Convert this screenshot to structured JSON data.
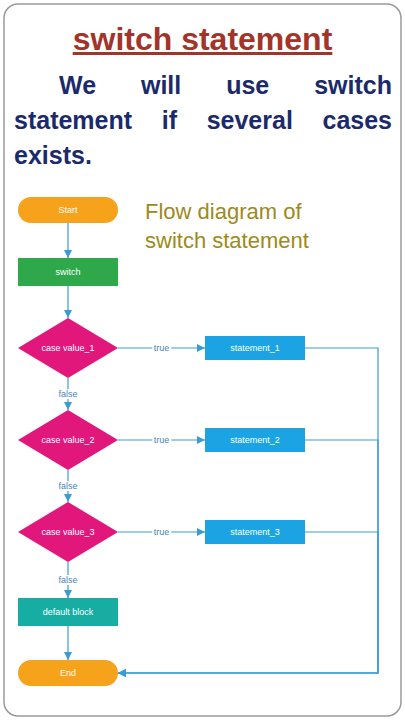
{
  "diagram": {
    "title": "switch statement",
    "nodes": [
      {
        "text": [
          "Start"
        ]
      },
      {
        "text": [
          "switch"
        ]
      },
      {
        "text": [
          "case value_1"
        ]
      },
      {
        "text": [
          "statement_1"
        ]
      },
      {
        "text": [
          "case value_2"
        ]
      },
      {
        "text": [
          "statement_2"
        ]
      },
      {
        "text": [
          "case value_3"
        ]
      },
      {
        "text": [
          "statement_3"
        ]
      },
      {
        "text": [
          "default block"
        ]
      },
      {
        "text": [
          "End"
        ]
      }
    ],
    "edges": [
      {
        "from": 0,
        "to": 1,
        "arrow": "to"
      },
      {
        "from": 1,
        "to": 2,
        "arrow": "to"
      },
      {
        "from": 2,
        "to": 3,
        "label": "true",
        "arrow": "to"
      },
      {
        "from": 2,
        "to": 4,
        "label": "false",
        "arrow": "to"
      },
      {
        "from": 4,
        "to": 5,
        "label": "true",
        "arrow": "to"
      },
      {
        "from": 4,
        "to": 6,
        "label": "false",
        "arrow": "to"
      },
      {
        "from": 6,
        "to": 7,
        "label": "true",
        "arrow": "to"
      },
      {
        "from": 6,
        "to": 8,
        "label": "false",
        "arrow": "to"
      },
      {
        "from": 8,
        "to": 9,
        "arrow": "to"
      },
      {
        "from": 3,
        "to": 9,
        "arrow": "to"
      },
      {
        "from": 5,
        "to": 9,
        "arrow": "to"
      },
      {
        "from": 7,
        "to": 9,
        "arrow": "to"
      }
    ],
    "labels": [
      "We will use switch statement if several cases exists.",
      "Flow diagram of switch statement"
    ]
  }
}
